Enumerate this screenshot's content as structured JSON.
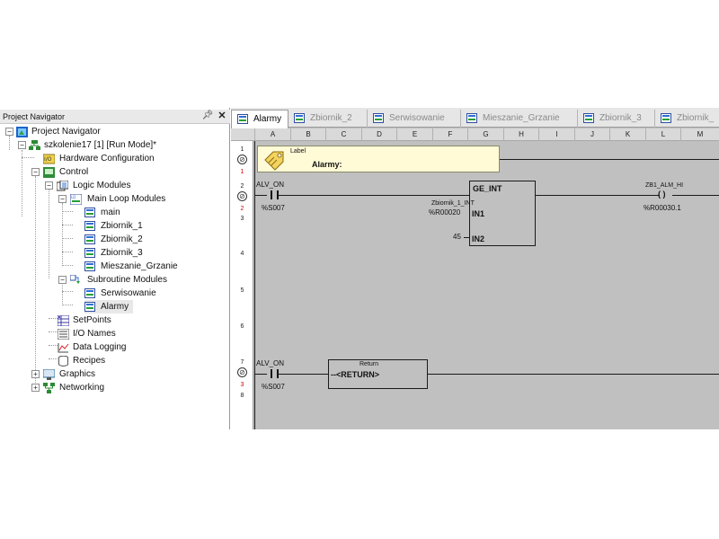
{
  "navigator": {
    "title": "Project Navigator",
    "pin_icon": "pin-icon",
    "close_icon": "close-icon",
    "items": [
      {
        "label": "Project Navigator",
        "icon": "project-icon"
      },
      {
        "label": "szkolenie17 [1] [Run Mode]*",
        "icon": "target-icon"
      },
      {
        "label": "Hardware Configuration",
        "icon": "hardware-icon"
      },
      {
        "label": "Control",
        "icon": "control-icon"
      },
      {
        "label": "Logic Modules",
        "icon": "logic-modules-icon"
      },
      {
        "label": "Main Loop Modules",
        "icon": "main-loop-icon"
      },
      {
        "label": "main",
        "icon": "ladder-program-icon"
      },
      {
        "label": "Zbiornik_1",
        "icon": "ladder-program-icon"
      },
      {
        "label": "Zbiornik_2",
        "icon": "ladder-program-icon"
      },
      {
        "label": "Zbiornik_3",
        "icon": "ladder-program-icon"
      },
      {
        "label": "Mieszanie_Grzanie",
        "icon": "ladder-program-icon"
      },
      {
        "label": "Subroutine Modules",
        "icon": "subroutine-icon"
      },
      {
        "label": "Serwisowanie",
        "icon": "ladder-program-icon"
      },
      {
        "label": "Alarmy",
        "icon": "ladder-program-icon"
      },
      {
        "label": "SetPoints",
        "icon": "setpoints-icon"
      },
      {
        "label": "I/O Names",
        "icon": "io-names-icon"
      },
      {
        "label": "Data Logging",
        "icon": "data-logging-icon"
      },
      {
        "label": "Recipes",
        "icon": "recipes-icon"
      },
      {
        "label": "Graphics",
        "icon": "graphics-icon"
      },
      {
        "label": "Networking",
        "icon": "networking-icon"
      }
    ]
  },
  "tabs": [
    {
      "label": "Alarmy",
      "active": true
    },
    {
      "label": "Zbiornik_2",
      "active": false
    },
    {
      "label": "Serwisowanie",
      "active": false
    },
    {
      "label": "Mieszanie_Grzanie",
      "active": false
    },
    {
      "label": "Zbiornik_3",
      "active": false
    },
    {
      "label": "Zbiornik_"
    }
  ],
  "columns": [
    "A",
    "B",
    "C",
    "D",
    "E",
    "F",
    "G",
    "H",
    "I",
    "J",
    "K",
    "L",
    "M"
  ],
  "rows": {
    "r1": "1",
    "r1b": "1",
    "r2": "2",
    "r2b": "2",
    "r3": "3",
    "r4": "4",
    "r5": "5",
    "r6": "6",
    "r7": "7",
    "r7b": "3",
    "r8": "8"
  },
  "ladder": {
    "label_caption": "Label",
    "label_name": "Alarmy:",
    "rung2": {
      "contact_name": "ALV_ON",
      "contact_addr": "%S007",
      "block_name": "GE_INT",
      "in1_label": "IN1",
      "in2_label": "IN2",
      "in1_var": "Zbiornik_1_INT",
      "in1_addr": "%R00020",
      "in2_const": "45",
      "coil_name": "ZB1_ALM_HI",
      "coil_symbol": "( )",
      "coil_addr": "%R00030.1"
    },
    "rung7": {
      "contact_name": "ALV_ON",
      "contact_addr": "%S007",
      "return_caption": "Return",
      "return_text": "--<RETURN>"
    }
  }
}
